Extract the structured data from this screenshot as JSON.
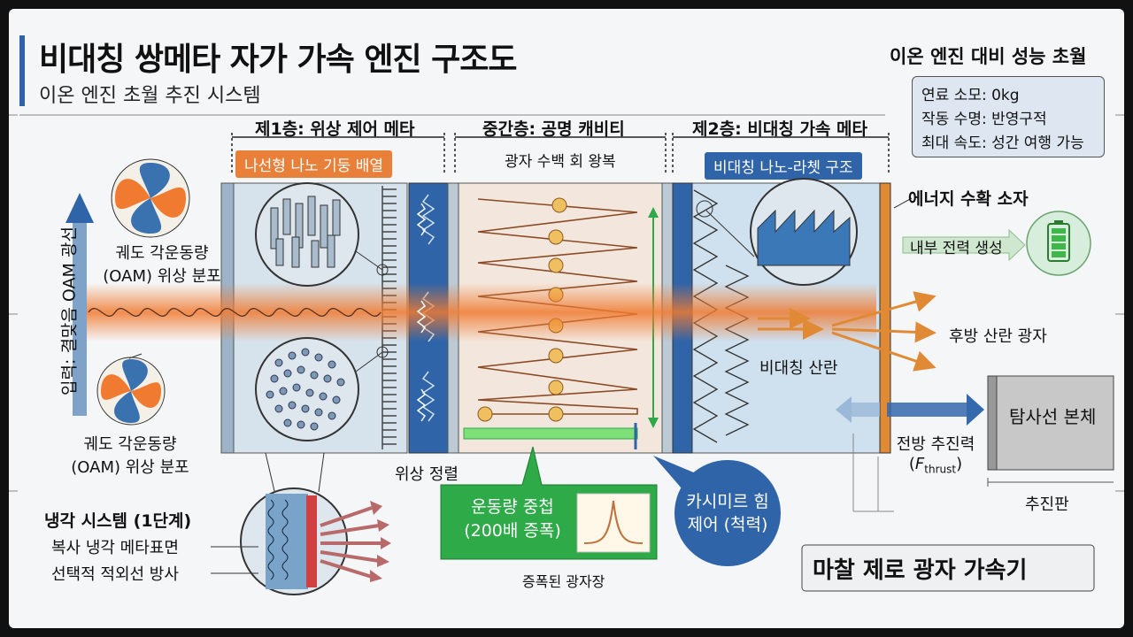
{
  "header": {
    "title": "비대칭 쌍메타 자가 가속 엔진 구조도",
    "subtitle": "이온 엔진 초월 추진 시스템"
  },
  "performance": {
    "title": "이온 엔진 대비 성능 초월",
    "items": [
      "연료 소모: 0kg",
      "작동 수명: 반영구적",
      "최대 속도: 성간 여행 가능"
    ]
  },
  "layers": {
    "layer1": {
      "header": "제1층: 위상 제어 메타",
      "tag": "나선형 나노 기둥 배열"
    },
    "middle": {
      "header": "중간층: 공명 캐비티",
      "tag": "광자 수백 회 왕복"
    },
    "layer2": {
      "header": "제2층: 비대칭 가속 메타",
      "tag": "비대칭 나노-라쳇 구조"
    }
  },
  "input": {
    "axis_label": "입력: 결맞음 OAM 광선",
    "oam_top": [
      "궤도 각운동량",
      "(OAM) 위상 분포"
    ],
    "oam_bottom": [
      "궤도 각운동량",
      "(OAM) 위상 분포"
    ]
  },
  "labels": {
    "phase_align": "위상 정렬",
    "energy_harvest": "에너지 수확 소자",
    "internal_power": "내부 전력 생성",
    "backscatter": "후방 산란 광자",
    "asym_scatter": "비대칭 산란",
    "probe_body": "탐사선 본체",
    "forward_thrust": "전방 추진력",
    "thrust_symbol": "F",
    "thrust_sub": "thrust",
    "thrust_plate": "추진판",
    "momentum_overlap": [
      "운동량 중첩",
      "(200배 증폭)"
    ],
    "amplified_field": "증폭된 광자장",
    "casimir": [
      "카시미르 힘",
      "제어 (척력)"
    ],
    "cooling_title": "냉각 시스템 (1단계)",
    "cooling_items": [
      "복사 냉각 메타표면",
      "선택적 적외선 방사"
    ],
    "frictionless": "마찰 제로 광자 가속기"
  },
  "colors": {
    "beam": "#f07a30",
    "blue_dark": "#2f64a8",
    "green": "#2fa84a",
    "panel_blue": "#cfe0ee",
    "orange_plate": "#e08a35"
  }
}
